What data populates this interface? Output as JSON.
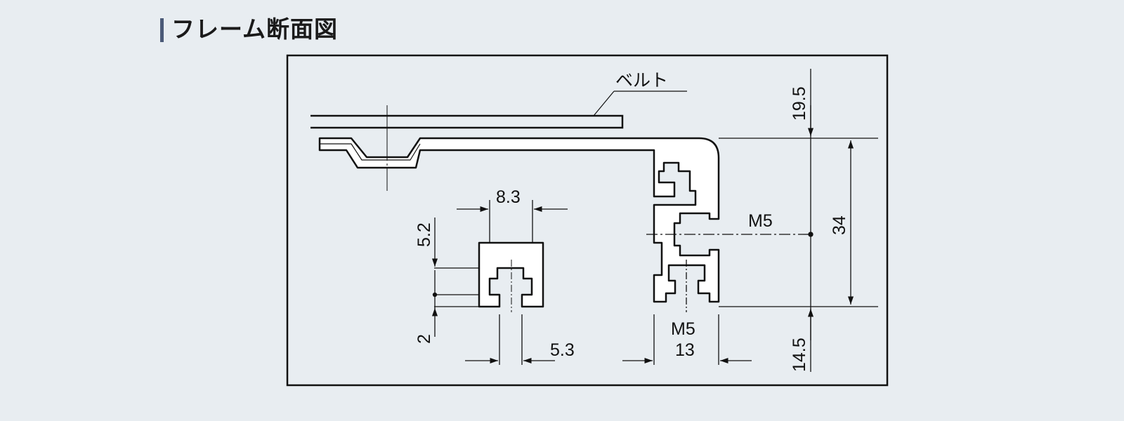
{
  "title": "フレーム断面図",
  "labels": {
    "belt": "ベルト",
    "m5_right": "M5",
    "m5_bottom": "M5"
  },
  "dimensions": {
    "d19_5": "19.5",
    "d34": "34",
    "d14_5": "14.5",
    "d8_3": "8.3",
    "d5_2": "5.2",
    "d2": "2",
    "d5_3": "5.3",
    "d13": "13"
  }
}
